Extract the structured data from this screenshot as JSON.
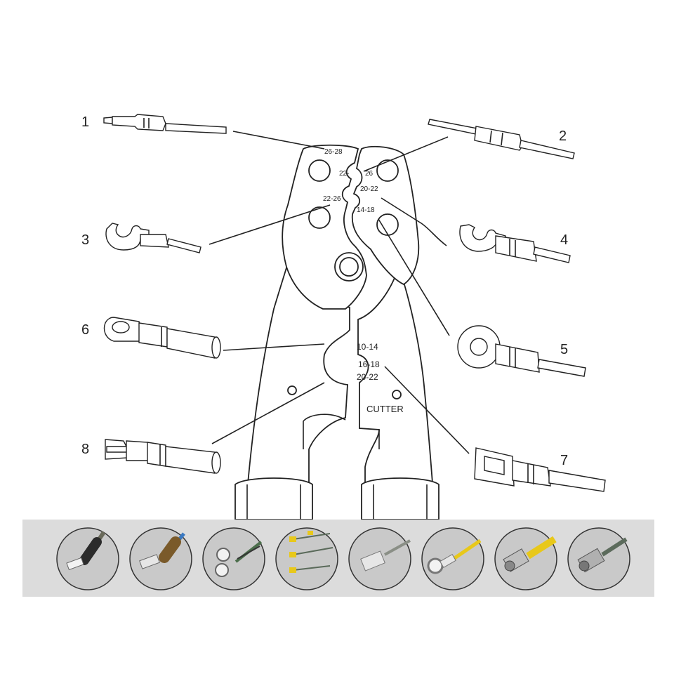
{
  "callouts": [
    "1",
    "2",
    "3",
    "4",
    "5",
    "6",
    "7",
    "8"
  ],
  "jaw_gauges": {
    "g1": "26-28",
    "g2a": "22-",
    "g2b": "26",
    "g3": "20-22",
    "g4": "22-26",
    "g5": "14-18",
    "g6": "10-14",
    "g7": "16-18",
    "g8": "20-22"
  },
  "cutter_label": "CUTTER",
  "samples": [
    {
      "name": "bootlace-ferrule-black",
      "icon": "ferrule-icon",
      "accent": "#2b2b2b"
    },
    {
      "name": "bootlace-ferrule-blue",
      "icon": "ferrule-icon",
      "accent": "#3a79c2"
    },
    {
      "name": "ring-terminal-green",
      "icon": "ring-terminal-icon",
      "accent": "#4b6e4b"
    },
    {
      "name": "fork-terminals-yellow",
      "icon": "fork-terminal-icon",
      "accent": "#e8c81a"
    },
    {
      "name": "female-spade-connector",
      "icon": "spade-connector-icon",
      "accent": "#9aa0a6"
    },
    {
      "name": "ring-terminal-yellow",
      "icon": "ring-terminal-icon",
      "accent": "#e8c81a"
    },
    {
      "name": "f-connector-coax",
      "icon": "coax-connector-icon",
      "accent": "#e8c81a"
    },
    {
      "name": "bnc-connector-coax",
      "icon": "bnc-connector-icon",
      "accent": "#5c6b5c"
    }
  ],
  "colors": {
    "strip_bg": "#dcdcdc",
    "circle_bg": "#c9c9c9",
    "line": "#222222"
  }
}
